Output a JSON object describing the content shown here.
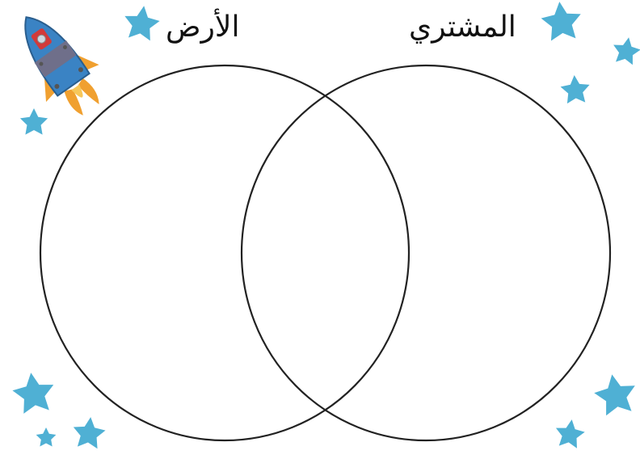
{
  "diagram": {
    "type": "venn",
    "sets": [
      {
        "label": "الأرض",
        "outline_color": "#222222"
      },
      {
        "label": "المشتري",
        "outline_color": "#222222"
      }
    ]
  },
  "decorations": {
    "rocket_icon": "rocket-icon",
    "star_icon": "star-icon",
    "star_color": "#4fb0d4",
    "rocket_body_color": "#3a83c4",
    "rocket_flame_color": "#f0a030",
    "rocket_window_color": "#d23a3a"
  }
}
